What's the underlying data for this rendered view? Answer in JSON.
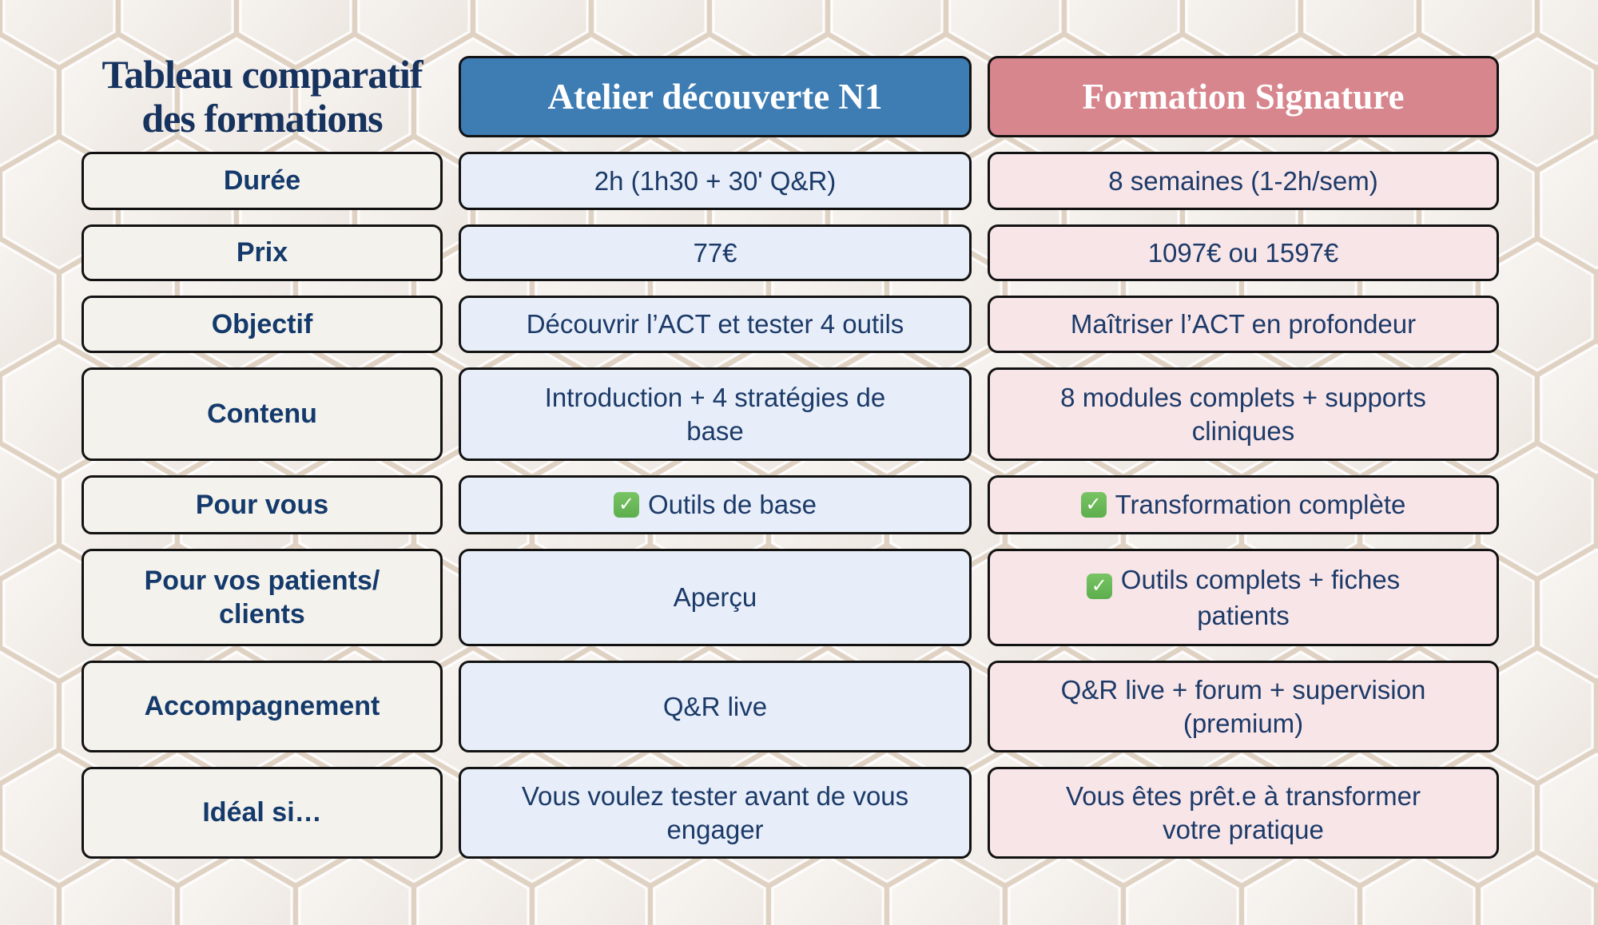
{
  "header": {
    "title": "Tableau comparatif\ndes formations",
    "col_atelier": "Atelier découverte N1",
    "col_signature": "Formation Signature"
  },
  "icons": {
    "check": "✓"
  },
  "colors": {
    "atelier_header": "#3d7db4",
    "signature_header": "#d8868e",
    "atelier_cell": "#e7eef9",
    "signature_cell": "#f8e5e8",
    "label_cell": "#f4f2ed",
    "text_navy": "#1c3a68",
    "border": "#121212",
    "check_green": "#67b753",
    "background": "#efe9e4"
  },
  "rows": [
    {
      "label": "Durée",
      "atelier": {
        "text": "2h (1h30 + 30' Q&R)",
        "check": false
      },
      "signature": {
        "text": "8 semaines (1-2h/sem)",
        "check": false
      }
    },
    {
      "label": "Prix",
      "atelier": {
        "text": "77€",
        "check": false
      },
      "signature": {
        "text": "1097€ ou 1597€",
        "check": false
      }
    },
    {
      "label": "Objectif",
      "atelier": {
        "text": "Découvrir l’ACT et tester 4 outils",
        "check": false
      },
      "signature": {
        "text": "Maîtriser l’ACT en profondeur",
        "check": false
      }
    },
    {
      "label": "Contenu",
      "atelier": {
        "text": "Introduction + 4 stratégies de\nbase",
        "check": false
      },
      "signature": {
        "text": "8 modules complets + supports\ncliniques",
        "check": false
      }
    },
    {
      "label": "Pour vous",
      "atelier": {
        "text": "Outils de base",
        "check": true
      },
      "signature": {
        "text": "Transformation complète",
        "check": true
      }
    },
    {
      "label": "Pour vos patients/\nclients",
      "atelier": {
        "text": "Aperçu",
        "check": false
      },
      "signature": {
        "text": "Outils complets + fiches\npatients",
        "check": true
      }
    },
    {
      "label": "Accompagnement",
      "atelier": {
        "text": "Q&R live",
        "check": false
      },
      "signature": {
        "text": "Q&R live + forum + supervision\n(premium)",
        "check": false
      }
    },
    {
      "label": "Idéal si…",
      "atelier": {
        "text": "Vous voulez tester avant de vous\nengager",
        "check": false
      },
      "signature": {
        "text": "Vous êtes prêt.e à transformer\nvotre pratique",
        "check": false
      }
    }
  ]
}
